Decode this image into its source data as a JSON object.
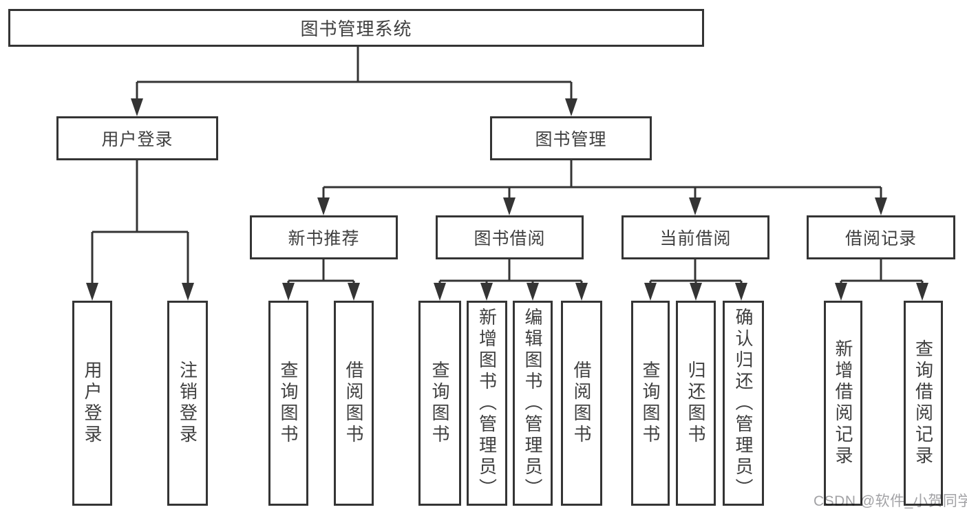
{
  "tree": {
    "root": {
      "label": "图书管理系统"
    },
    "level2": [
      {
        "label": "用户登录"
      },
      {
        "label": "图书管理"
      }
    ],
    "level3": [
      {
        "label": "新书推荐"
      },
      {
        "label": "图书借阅"
      },
      {
        "label": "当前借阅"
      },
      {
        "label": "借阅记录"
      }
    ],
    "leaves": {
      "user_login": [
        {
          "label": "用户登录"
        },
        {
          "label": "注销登录"
        }
      ],
      "new_book": [
        {
          "label": "查询图书"
        },
        {
          "label": "借阅图书"
        }
      ],
      "borrow": [
        {
          "label": "查询图书"
        },
        {
          "label": "新增图书（管理员）"
        },
        {
          "label": "编辑图书（管理员）"
        },
        {
          "label": "借阅图书"
        }
      ],
      "current": [
        {
          "label": "查询图书"
        },
        {
          "label": "归还图书"
        },
        {
          "label": "确认归还（管理员）"
        }
      ],
      "records": [
        {
          "label": "新增借阅记录"
        },
        {
          "label": "查询借阅记录"
        }
      ]
    }
  },
  "watermark": {
    "text": "CSDN @软件_小贺同学"
  },
  "colors": {
    "line": "#343434",
    "text": "#3f3f3f",
    "background": "#ffffff",
    "watermark": "#a2a2a5"
  }
}
